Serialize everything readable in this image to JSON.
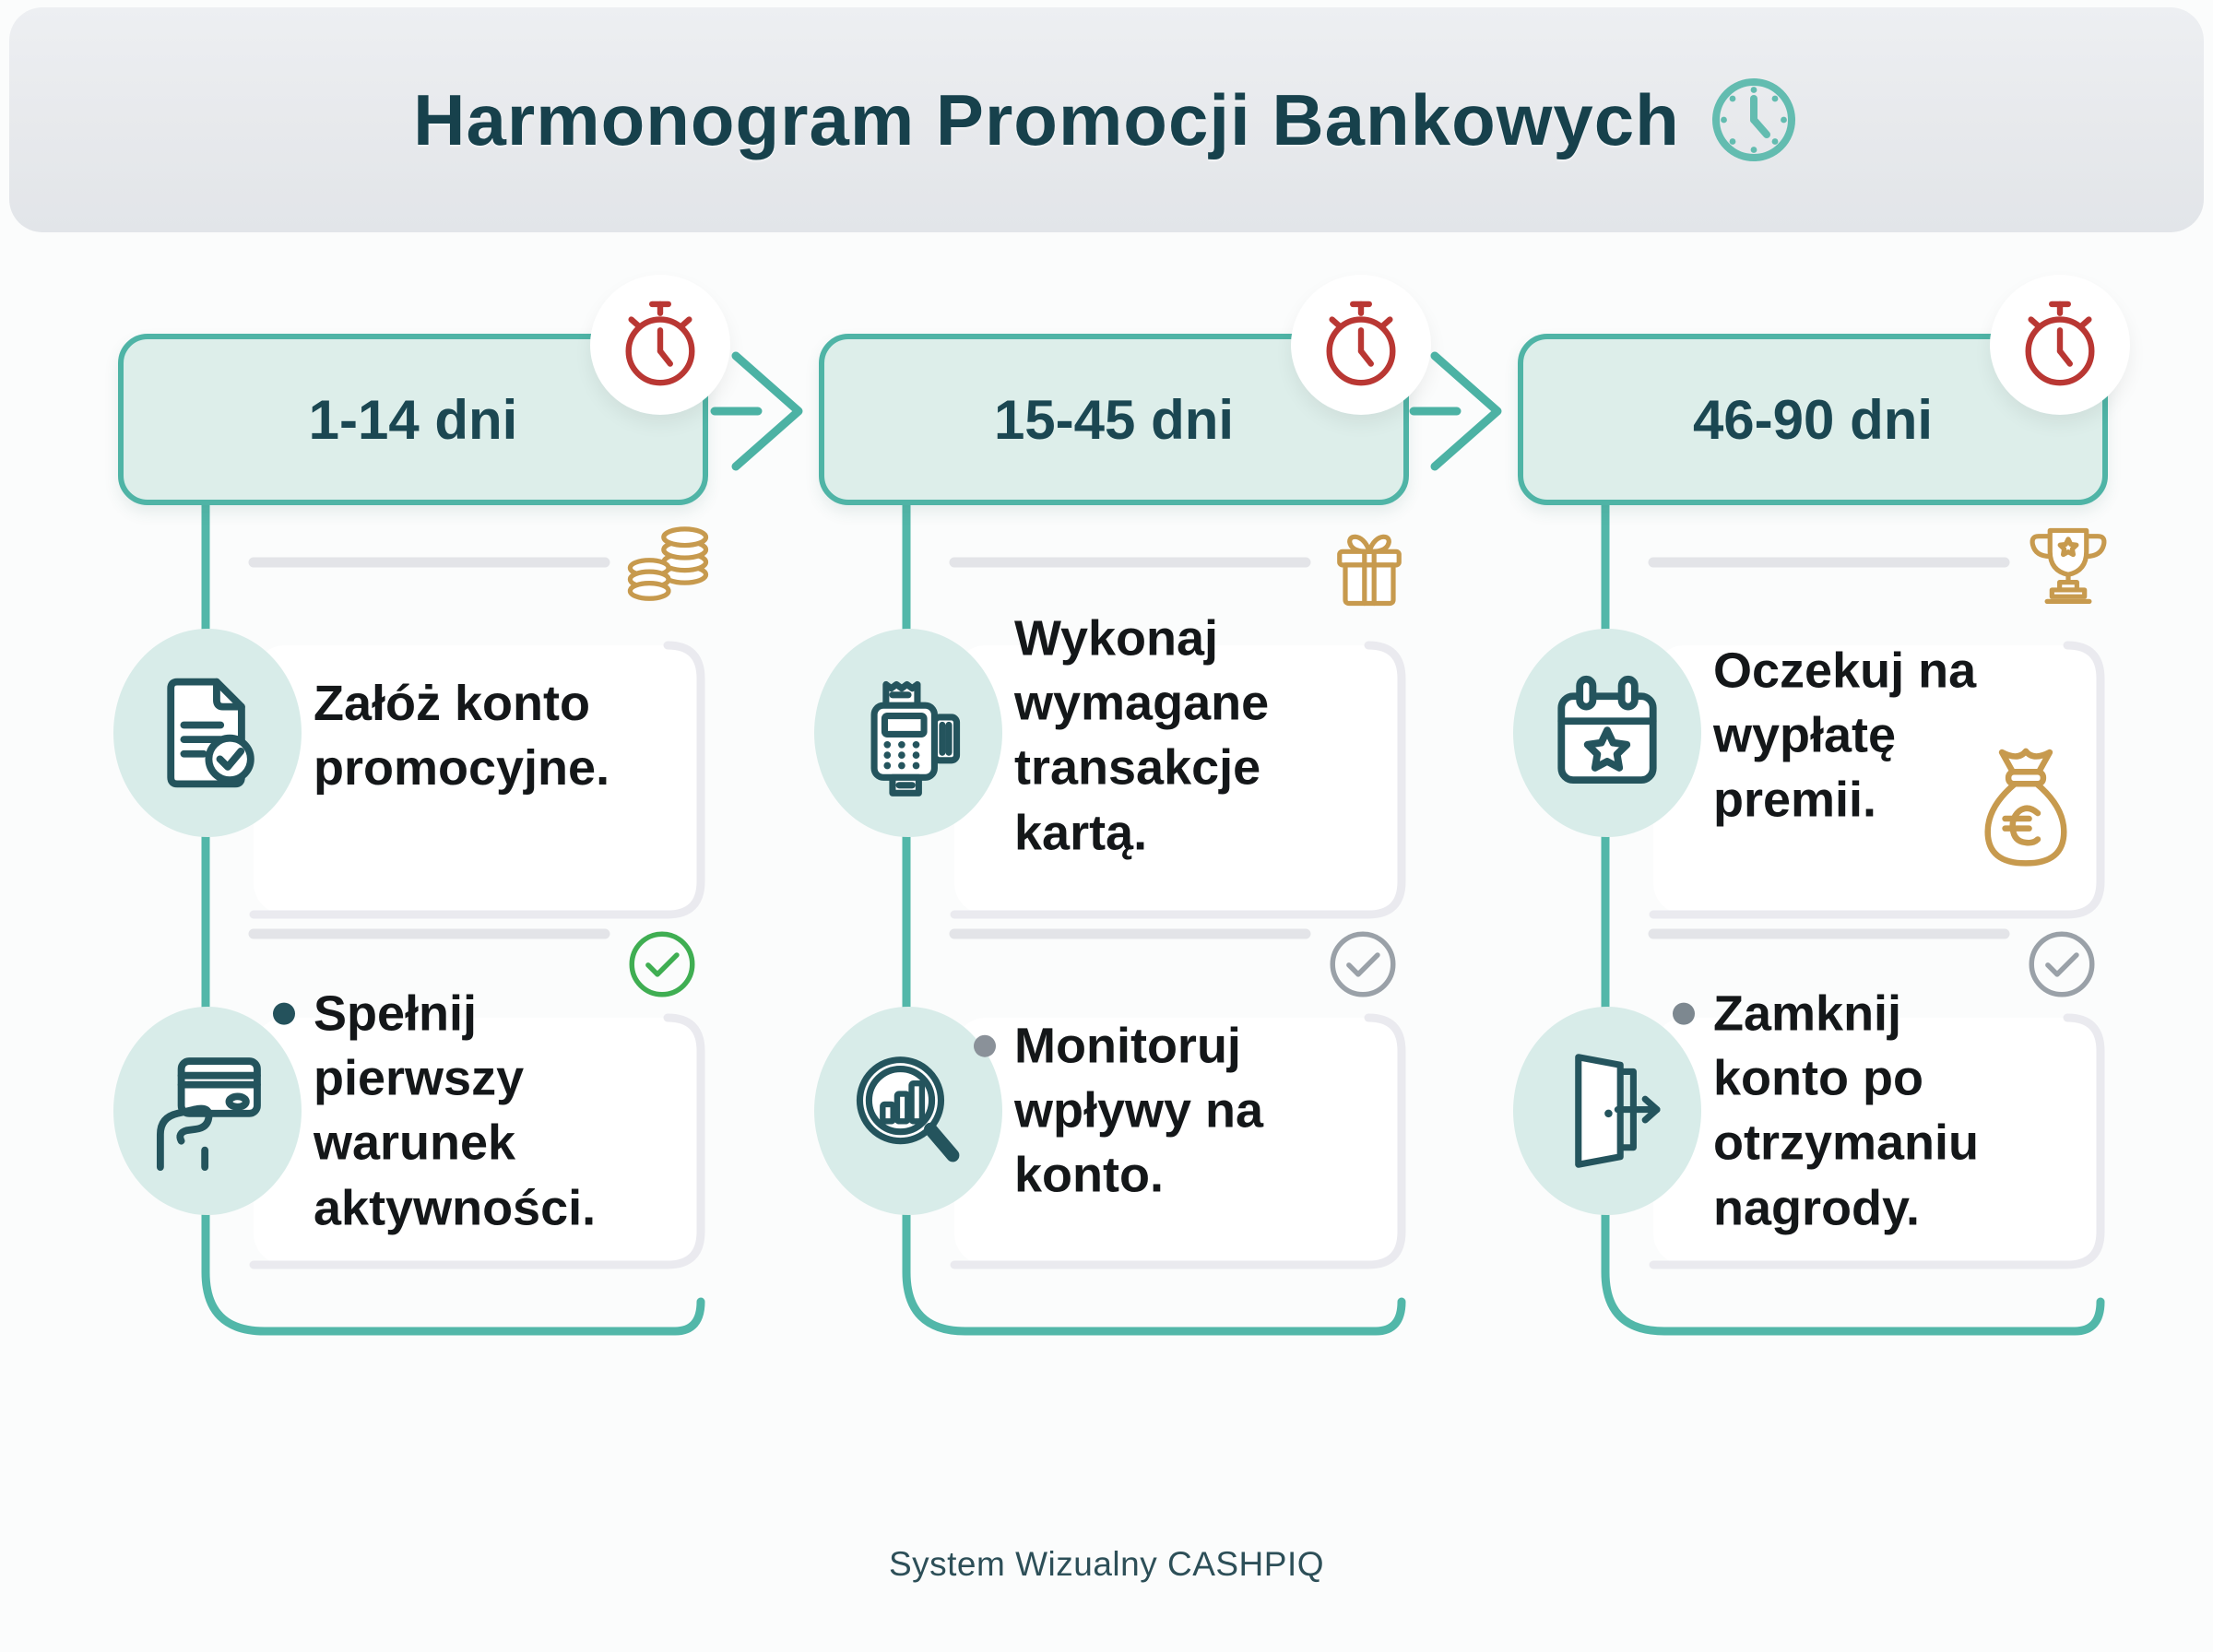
{
  "header": {
    "title": "Harmonogram Promocji Bankowych",
    "icon": "clock-icon"
  },
  "phases": [
    {
      "label": "1-14 dni",
      "timer_icon": "stopwatch-icon",
      "tasks": [
        {
          "text": "Załóż konto promocyjne.",
          "bullet": false,
          "main_icon": "document-check-icon",
          "corner_icon": "coins-icon"
        },
        {
          "text": "Spełnij pierwszy warunek aktywności.",
          "bullet": true,
          "main_icon": "hand-card-icon",
          "corner_icon": "check-circle-green-icon"
        }
      ]
    },
    {
      "label": "15-45 dni",
      "timer_icon": "stopwatch-icon",
      "tasks": [
        {
          "text": "Wykonaj wymagane transakcje kartą.",
          "bullet": false,
          "main_icon": "pos-terminal-icon",
          "corner_icon": "gift-icon"
        },
        {
          "text": "Monitoruj wpływy na konto.",
          "bullet": true,
          "main_icon": "magnifier-chart-icon",
          "corner_icon": "check-circle-gray-icon"
        }
      ]
    },
    {
      "label": "46-90 dni",
      "timer_icon": "stopwatch-icon",
      "tasks": [
        {
          "text": "Oczekuj na wypłatę premii.",
          "bullet": false,
          "main_icon": "calendar-star-icon",
          "corner_icon": "trophy-icon",
          "side_icon": "money-bag-icon"
        },
        {
          "text": "Zamknij konto po otrzymaniu nagrody.",
          "bullet": true,
          "main_icon": "door-exit-icon",
          "corner_icon": "check-circle-gray-icon"
        }
      ]
    }
  ],
  "footer": {
    "text": "System Wizualny CASHPIQ"
  },
  "colors": {
    "accent_teal": "#4fb4a6",
    "mint_fill": "#ddeeea",
    "mint_circle": "#d8ece9",
    "phase_text": "#1b4752",
    "title_text": "#17414c",
    "body_text": "#141719",
    "gold": "#c79a4e",
    "red": "#b93733",
    "green": "#3fae52",
    "gray_check": "#9aa1a8",
    "icon_slate": "#24545d",
    "card_border": "#eaeaef",
    "divider": "#e3e4e8",
    "header_bar_bg": "#e9ebee",
    "page_bg": "#fbfcfc",
    "footer_text": "#2d4f58"
  }
}
